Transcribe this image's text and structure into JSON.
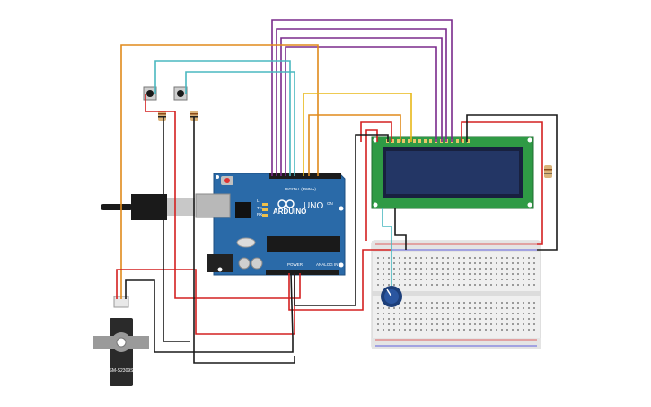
{
  "board": {
    "brand": "ARDUINO",
    "model": "UNO",
    "digital_label": "DIGITAL (PWM~)",
    "power_label": "POWER",
    "analog_label": "ANALOG IN",
    "tx_label": "TX",
    "rx_label": "RX",
    "l_label": "L",
    "on_label": "ON"
  },
  "servo": {
    "label": "SM-S2309S"
  },
  "colors": {
    "board": "#2a6aa8",
    "lcd_pcb": "#2f9a45",
    "lcd_screen": "#1f2c55",
    "breadboard": "#ececec",
    "wire_orange": "#e08a1c",
    "wire_teal": "#4ab8c0",
    "wire_purple": "#7a2a8c",
    "wire_yellow": "#e8b818",
    "wire_red": "#d42020",
    "wire_black": "#1a1a1a",
    "pot_knob": "#1d3f7a"
  }
}
